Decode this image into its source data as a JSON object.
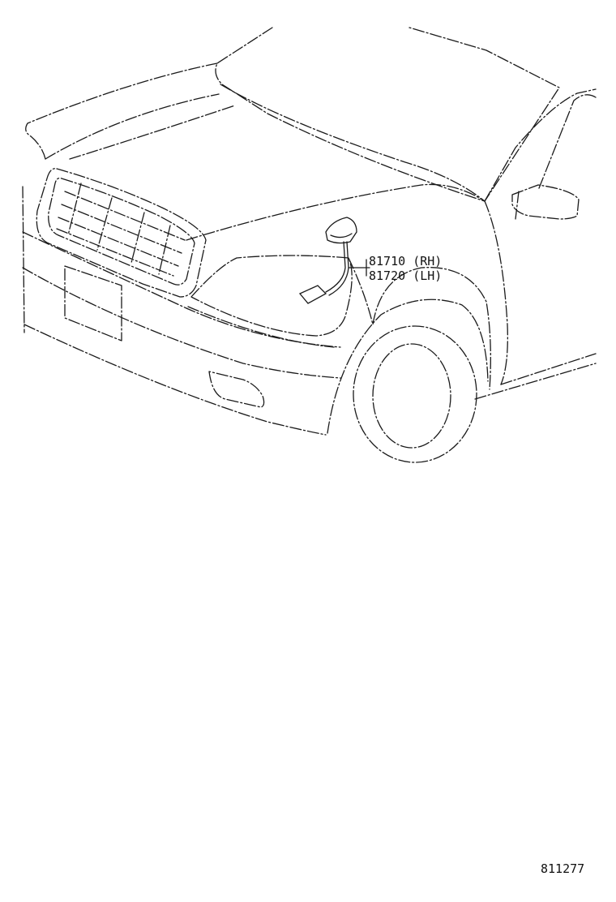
{
  "parts": [
    {
      "number": "81710",
      "side": "(RH)"
    },
    {
      "number": "81720",
      "side": "(LH)"
    }
  ],
  "figure_id": "811277"
}
